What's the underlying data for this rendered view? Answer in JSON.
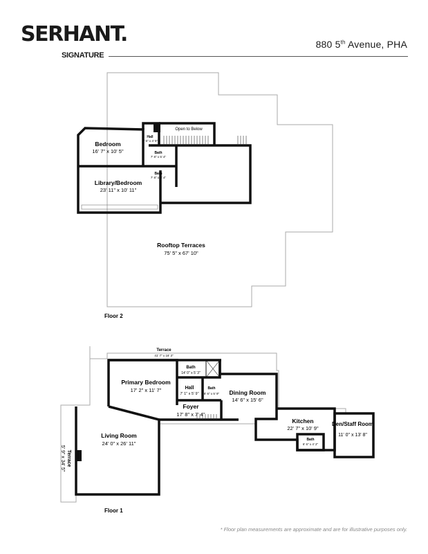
{
  "brand": {
    "logo": "SERHANT.",
    "sub": "SIGNATURE"
  },
  "address": {
    "text": "880 5",
    "sup": "th",
    "rest": " Avenue, PHA"
  },
  "floor2": {
    "label": "Floor 2",
    "rooms": [
      {
        "key": "bedroom",
        "name": "Bedroom",
        "dims": "16' 7\" x 10' 5\""
      },
      {
        "key": "library",
        "name": "Library/Bedroom",
        "dims": "23' 11\" x 10' 11\""
      },
      {
        "key": "hall",
        "name": "Hall",
        "dims": "7' 6\" x 4' 5\""
      },
      {
        "key": "bath1",
        "name": "Bath",
        "dims": "7' 8\" x 5' 4\""
      },
      {
        "key": "bath2",
        "name": "Bath",
        "dims": "7' 8\" x 5' 4\""
      },
      {
        "key": "open",
        "name": "Open to Below",
        "dims": ""
      },
      {
        "key": "terraces",
        "name": "Rooftop Terraces",
        "dims": "75' 5\" x 67' 10\""
      }
    ]
  },
  "floor1": {
    "label": "Floor 1",
    "rooms": [
      {
        "key": "terrace_top",
        "name": "Terrace",
        "dims": "41' 7\" x 16' 3\""
      },
      {
        "key": "primary",
        "name": "Primary Bedroom",
        "dims": "17' 2\" x 11' 7\""
      },
      {
        "key": "bath_a",
        "name": "Bath",
        "dims": "14' 0\" x 5' 3\""
      },
      {
        "key": "hall",
        "name": "Hall",
        "dims": "7' 1\" x 5' 9\""
      },
      {
        "key": "bath_b",
        "name": "Bath",
        "dims": "6' 6\" x 5' 9\""
      },
      {
        "key": "foyer",
        "name": "Foyer",
        "dims": "17' 8\" x 7' 4\""
      },
      {
        "key": "dining",
        "name": "Dining Room",
        "dims": "14' 6\" x 15' 6\""
      },
      {
        "key": "kitchen",
        "name": "Kitchen",
        "dims": "22' 7\" x 10' 9\""
      },
      {
        "key": "bath_c",
        "name": "Bath",
        "dims": "6' 6\" x 4' 2\""
      },
      {
        "key": "den",
        "name": "Den/Staff Room",
        "dims": "11' 0\" x 13' 8\""
      },
      {
        "key": "living",
        "name": "Living Room",
        "dims": "24' 0\" x 26' 11\""
      },
      {
        "key": "terrace_side",
        "name": "Terrace",
        "dims": "5' 9\" x 34' 5\""
      }
    ]
  },
  "disclaimer": "* Floor plan measurements are approximate and are for illustrative purposes only."
}
